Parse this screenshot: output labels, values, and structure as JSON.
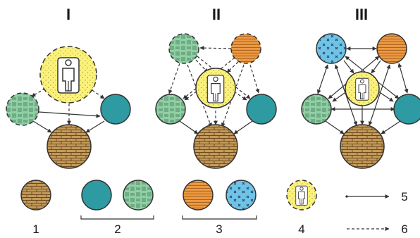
{
  "panels": [
    {
      "id": "panel-1",
      "title": "I"
    },
    {
      "id": "panel-2",
      "title": "II"
    },
    {
      "id": "panel-3",
      "title": "III"
    }
  ],
  "legend": {
    "group_1_label": "1",
    "group_2_label": "2",
    "group_3_label": "3",
    "group_4_label": "4",
    "solid_arrow_label": "5",
    "dashed_arrow_label": "6"
  },
  "colors": {
    "brick": "#c49a5a",
    "teal": "#2e9aa2",
    "green_grid": "#8fd0a4",
    "orange": "#ef9a42",
    "blue_cross": "#6fc3e6",
    "yellow_person": "#fbf17a",
    "stroke": "#333333"
  }
}
